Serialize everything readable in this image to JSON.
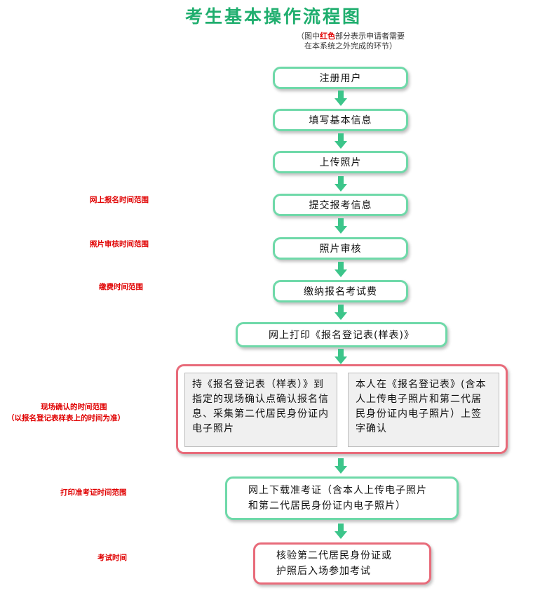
{
  "title": "考生基本操作流程图",
  "subtitle": {
    "line1_pre": "（图中",
    "line1_red": "红色",
    "line1_post": "部分表示申请者需要",
    "line2": "在本系统之外完成的环节）"
  },
  "steps": [
    {
      "label": "注册用户"
    },
    {
      "label": "填写基本信息"
    },
    {
      "label": "上传照片"
    },
    {
      "label": "提交报考信息"
    },
    {
      "label": "照片审核"
    },
    {
      "label": "缴纳报名考试费"
    },
    {
      "label": "网上打印《报名登记表(样表)》"
    },
    {
      "left": "持《报名登记表（样表）》到指定的现场确认点确认报名信息、采集第二代居民身份证内电子照片",
      "right": "本人在《报名登记表》(含本人上传电子照片和第二代居民身份证内电子照片）上签字确认"
    },
    {
      "line1": "网上下载准考证（含本人上传电子照片",
      "line2": "和第二代居民身份证内电子照片）"
    },
    {
      "line1": "核验第二代居民身份证或",
      "line2": "护照后入场参加考试"
    }
  ],
  "side_labels": {
    "apply": "网上报名时间范围",
    "photo_review": "照片审核时间范围",
    "payment": "缴费时间范围",
    "confirm_line1": "现场确认的时间范围",
    "confirm_line2": "（以报名登记表样表上的时间为准）",
    "admission": "打印准考证时间范围",
    "exam": "考试时间"
  },
  "colors": {
    "title": "#1fae6e",
    "box_border": "#6fd9a9",
    "external_border": "#e86b7a",
    "arrow": "#3cc58a",
    "side_label": "#e00000"
  }
}
